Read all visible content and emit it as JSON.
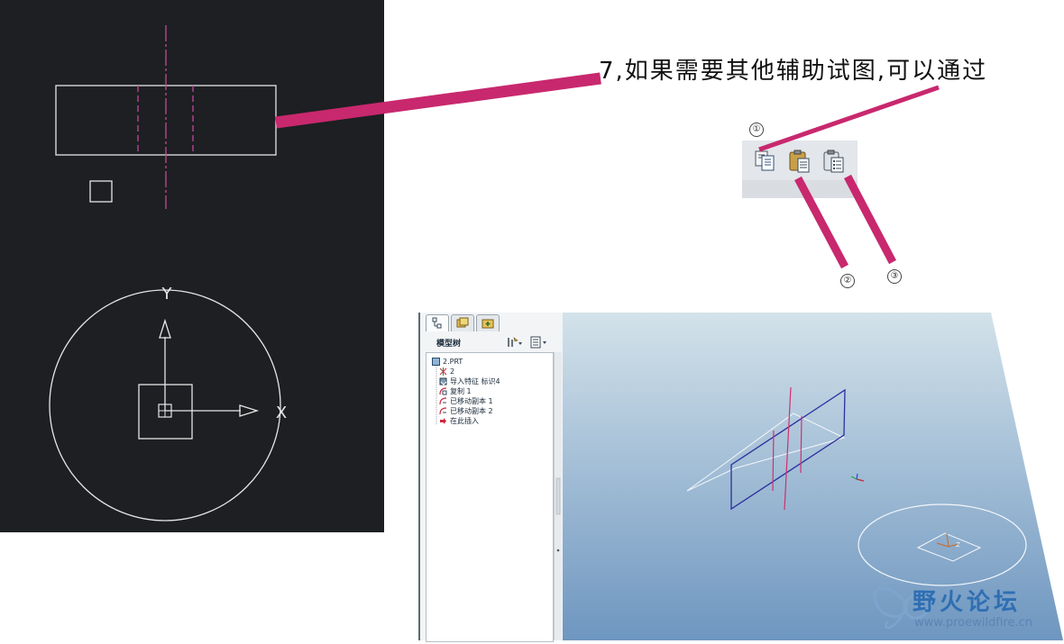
{
  "annotation": {
    "step_text": "7,如果需要其他辅助试图,可以通过",
    "callouts": [
      "①",
      "②",
      "③"
    ]
  },
  "toolbar": {
    "icons": [
      "copy-icon",
      "paste-icon",
      "paste-special-icon"
    ]
  },
  "cad_dark": {
    "axis_labels": {
      "y": "Y",
      "x": "X"
    }
  },
  "model_tree": {
    "title": "模型树",
    "tabs": [
      "model-tree-tab-icon",
      "layers-tab-icon",
      "favorites-tab-icon"
    ],
    "items": [
      {
        "label": "2.PRT",
        "icon": "part-icon"
      },
      {
        "label": "2",
        "icon": "coordinate-system-icon"
      },
      {
        "label": "导入特征 标识4",
        "icon": "import-feature-icon"
      },
      {
        "label": "复制 1",
        "icon": "copy-feature-icon"
      },
      {
        "label": "已移动副本 1",
        "icon": "moved-copy-icon"
      },
      {
        "label": "已移动副本 2",
        "icon": "moved-copy-icon"
      },
      {
        "label": "在此插入",
        "icon": "insert-here-arrow-icon"
      }
    ]
  },
  "viewport": {
    "coord_label": "Z"
  },
  "watermark": {
    "name": "野火论坛",
    "url": "www.proewildfire.cn"
  },
  "colors": {
    "accent_magenta": "#c8286e",
    "cad_background": "#1d1f22",
    "viewport_gradient_top": "#d3e2ea",
    "viewport_gradient_bottom": "#6e96c0",
    "watermark_blue": "#2f6fb3"
  }
}
